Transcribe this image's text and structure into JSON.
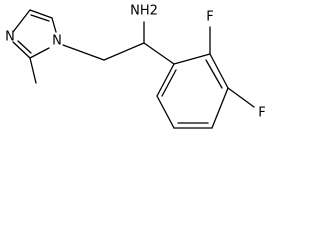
{
  "molecule": {
    "atoms": {
      "nh2": "NH2",
      "imidazole_n3": "N",
      "imidazole_n1": "N",
      "fluoro_ortho": "F",
      "fluoro_para": "F"
    }
  }
}
